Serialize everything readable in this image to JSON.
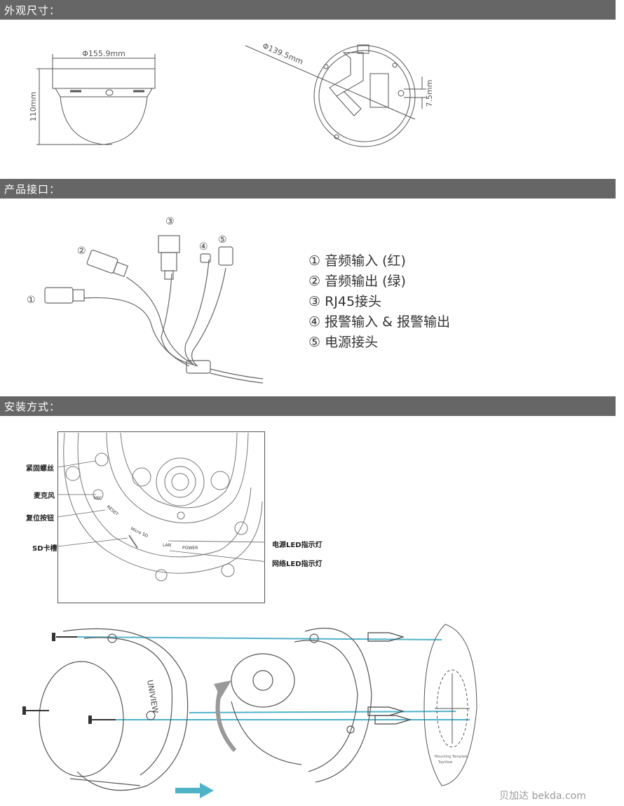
{
  "sections": {
    "dimensions": "外观尺寸：",
    "interfaces": "产品接口：",
    "installation": "安装方式："
  },
  "dimensions": {
    "width_label": "Φ155.9mm",
    "height_label": "110mm",
    "base_diameter_label": "Φ139.5mm",
    "offset_label": "7.5mm"
  },
  "connectors": {
    "markers": [
      "①",
      "②",
      "③",
      "④",
      "⑤"
    ],
    "legend": [
      "① 音频输入 (红)",
      "② 音频输出 (绿)",
      "③ RJ45接头",
      "④ 报警输入 & 报警输出",
      "⑤ 电源接头"
    ]
  },
  "callouts": {
    "left": [
      "紧固螺丝",
      "麦克风",
      "复位按钮",
      "SD卡槽"
    ],
    "right": [
      "电源LED指示灯",
      "网络LED指示灯"
    ],
    "board_text": [
      "RESET",
      "Micro SD",
      "LAN",
      "POWER",
      "MIC"
    ]
  },
  "install": {
    "brand": "UNIVIEW",
    "template_title": "Mounting Template",
    "template_sub": "TopView"
  },
  "watermark": "贝加达 bekda.com"
}
